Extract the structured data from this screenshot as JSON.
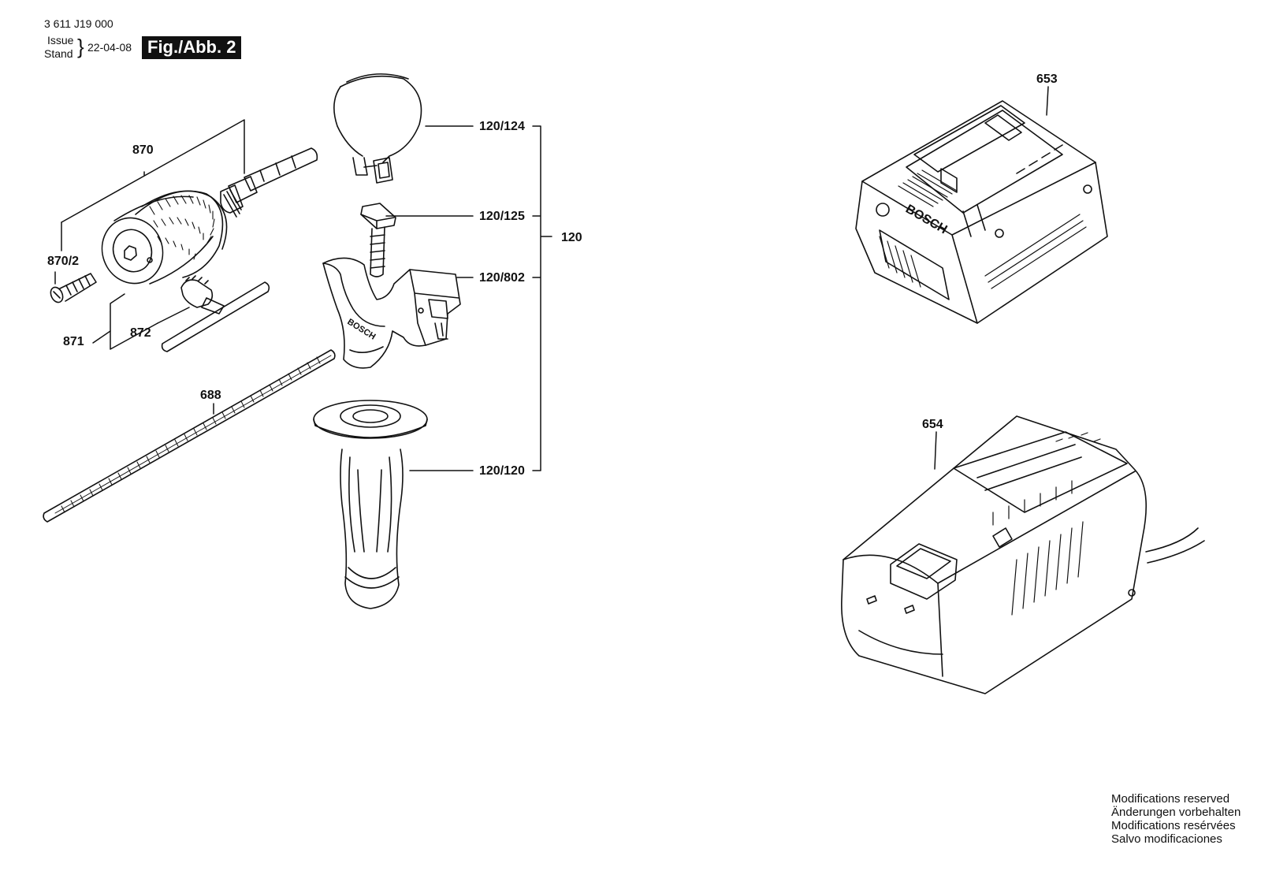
{
  "header": {
    "part_number": "3 611 J19 000",
    "issue_label": "Issue",
    "stand_label": "Stand",
    "brace": "}",
    "date": "22-04-08",
    "figure": "Fig./Abb. 2"
  },
  "callouts": {
    "c870": "870",
    "c870_2": "870/2",
    "c871": "871",
    "c872": "872",
    "c688": "688",
    "c120_124": "120/124",
    "c120_125": "120/125",
    "c120_802": "120/802",
    "c120_120": "120/120",
    "c120": "120",
    "c653": "653",
    "c654": "654"
  },
  "logos": {
    "handle": "BOSCH",
    "battery": "BOSCH"
  },
  "footer": [
    "Modifications reserved",
    "Änderungen vorbehalten",
    "Modifications resérvées",
    "Salvo modificaciones"
  ]
}
